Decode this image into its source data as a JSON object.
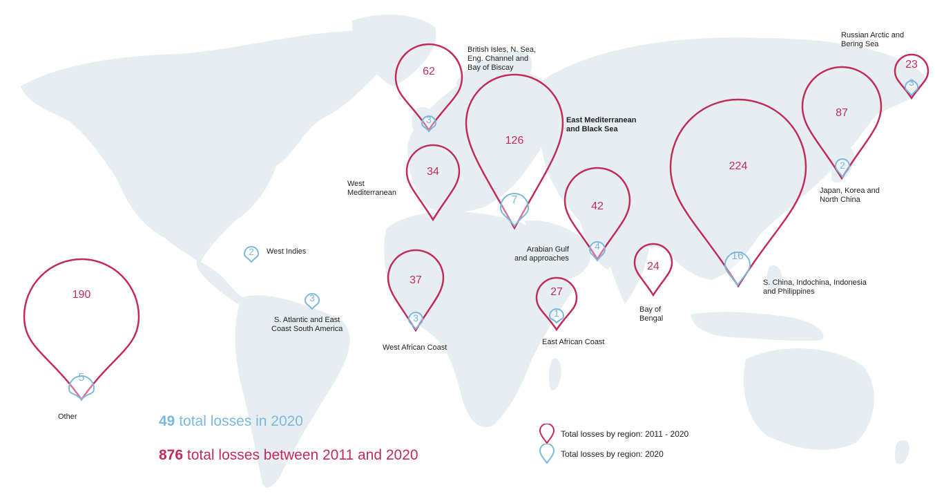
{
  "colors": {
    "decade": "#c12a5b",
    "year2020": "#7ab8dd",
    "land": "#e6eef2"
  },
  "regions": [
    {
      "id": "other",
      "label": "Other",
      "losses_2011_2020": 190,
      "losses_2020": 5
    },
    {
      "id": "west-indies",
      "label": "West Indies",
      "losses_2020": 2
    },
    {
      "id": "s-atlantic",
      "label": "S. Atlantic and East Coast South America",
      "label_lines": [
        "S. Atlantic and East",
        "Coast South America"
      ],
      "losses_2020": 3
    },
    {
      "id": "british-isles",
      "label": "British Isles, N. Sea, Eng. Channel and Bay of Biscay",
      "label_lines": [
        "British Isles, N. Sea,",
        "Eng. Channel and",
        "Bay of Biscay"
      ],
      "losses_2011_2020": 62,
      "losses_2020": 3
    },
    {
      "id": "west-med",
      "label": "West Mediterranean",
      "label_lines": [
        "West",
        "Mediterranean"
      ],
      "losses_2011_2020": 34
    },
    {
      "id": "east-med",
      "label": "East Mediterranean and Black Sea",
      "label_lines": [
        "East Mediterranean",
        "and Black Sea"
      ],
      "losses_2011_2020": 126,
      "losses_2020": 7
    },
    {
      "id": "west-africa",
      "label": "West African Coast",
      "losses_2011_2020": 37,
      "losses_2020": 3
    },
    {
      "id": "arabian-gulf",
      "label": "Arabian Gulf and approaches",
      "label_lines": [
        "Arabian Gulf",
        "and approaches"
      ],
      "losses_2011_2020": 42,
      "losses_2020": 4
    },
    {
      "id": "east-africa",
      "label": "East African Coast",
      "losses_2011_2020": 27,
      "losses_2020": 1
    },
    {
      "id": "bay-of-bengal",
      "label": "Bay of Bengal",
      "label_lines": [
        "Bay of",
        "Bengal"
      ],
      "losses_2011_2020": 24
    },
    {
      "id": "s-china",
      "label": "S. China, Indochina, Indonesia and Philippines",
      "label_lines": [
        "S. China, Indochina, Indonesia",
        "and Philippines"
      ],
      "losses_2011_2020": 224,
      "losses_2020": 16
    },
    {
      "id": "japan-korea",
      "label": "Japan, Korea and North China",
      "label_lines": [
        "Japan, Korea and",
        "North China"
      ],
      "losses_2011_2020": 87,
      "losses_2020": 2
    },
    {
      "id": "russian-arctic",
      "label": "Russian Arctic and Bering Sea",
      "label_lines": [
        "Russian Arctic and",
        "Bering Sea"
      ],
      "losses_2011_2020": 23,
      "losses_2020": 3
    }
  ],
  "totals": {
    "year2020_value": "49",
    "year2020_text": "total losses in 2020",
    "decade_value": "876",
    "decade_text": "total losses between 2011 and 2020"
  },
  "legend": [
    {
      "icon": "crimson-pin-icon",
      "label": "Total losses by region: 2011 - 2020"
    },
    {
      "icon": "blue-pin-icon",
      "label": "Total losses by region: 2020"
    }
  ]
}
